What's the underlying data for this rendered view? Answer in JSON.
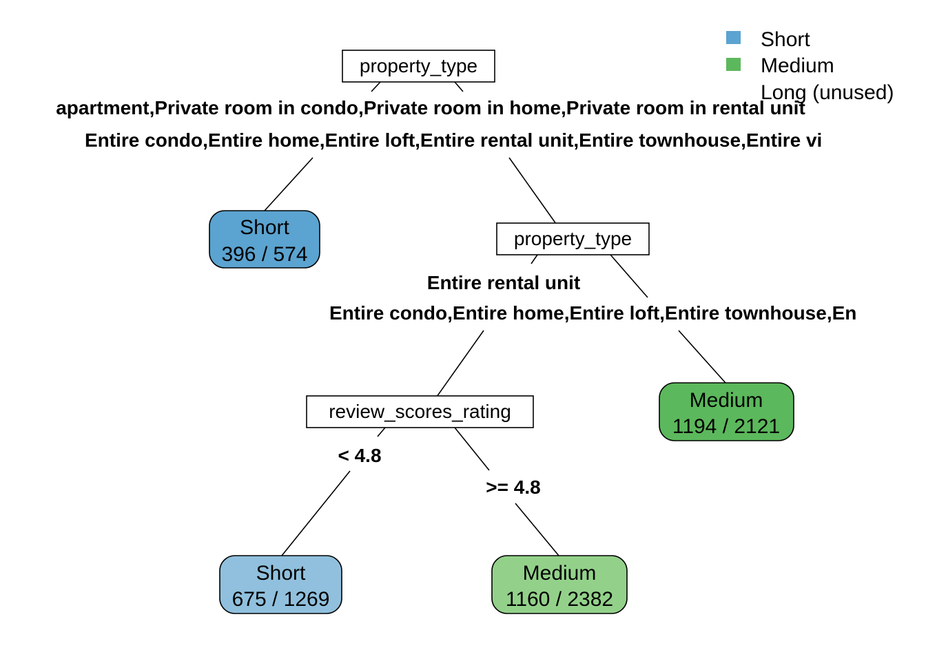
{
  "legend": {
    "items": [
      {
        "label": "Short",
        "color": "#5ba3d0"
      },
      {
        "label": "Medium",
        "color": "#5cb85c"
      },
      {
        "label": "Long (unused)",
        "color": null
      }
    ]
  },
  "tree": {
    "root_split": "property_type",
    "root_left_condition": "apartment,Private room in condo,Private room in home,Private room in rental unit",
    "root_right_condition": "Entire condo,Entire home,Entire loft,Entire rental unit,Entire townhouse,Entire vi",
    "leaf_1": {
      "class": "Short",
      "count": "396 / 574",
      "color": "#5ba3d0"
    },
    "node_2_split": "property_type",
    "node_2_left_condition": "Entire rental unit",
    "node_2_right_condition": "Entire condo,Entire home,Entire loft,Entire townhouse,En",
    "node_3_split": "review_scores_rating",
    "node_3_left_condition": "< 4.8",
    "node_3_right_condition": ">= 4.8",
    "leaf_2": {
      "class": "Short",
      "count": "675 / 1269",
      "color": "#90c0dd"
    },
    "leaf_3": {
      "class": "Medium",
      "count": "1160 / 2382",
      "color": "#93d18a"
    },
    "leaf_4": {
      "class": "Medium",
      "count": "1194 / 2121",
      "color": "#5cb85c"
    }
  }
}
